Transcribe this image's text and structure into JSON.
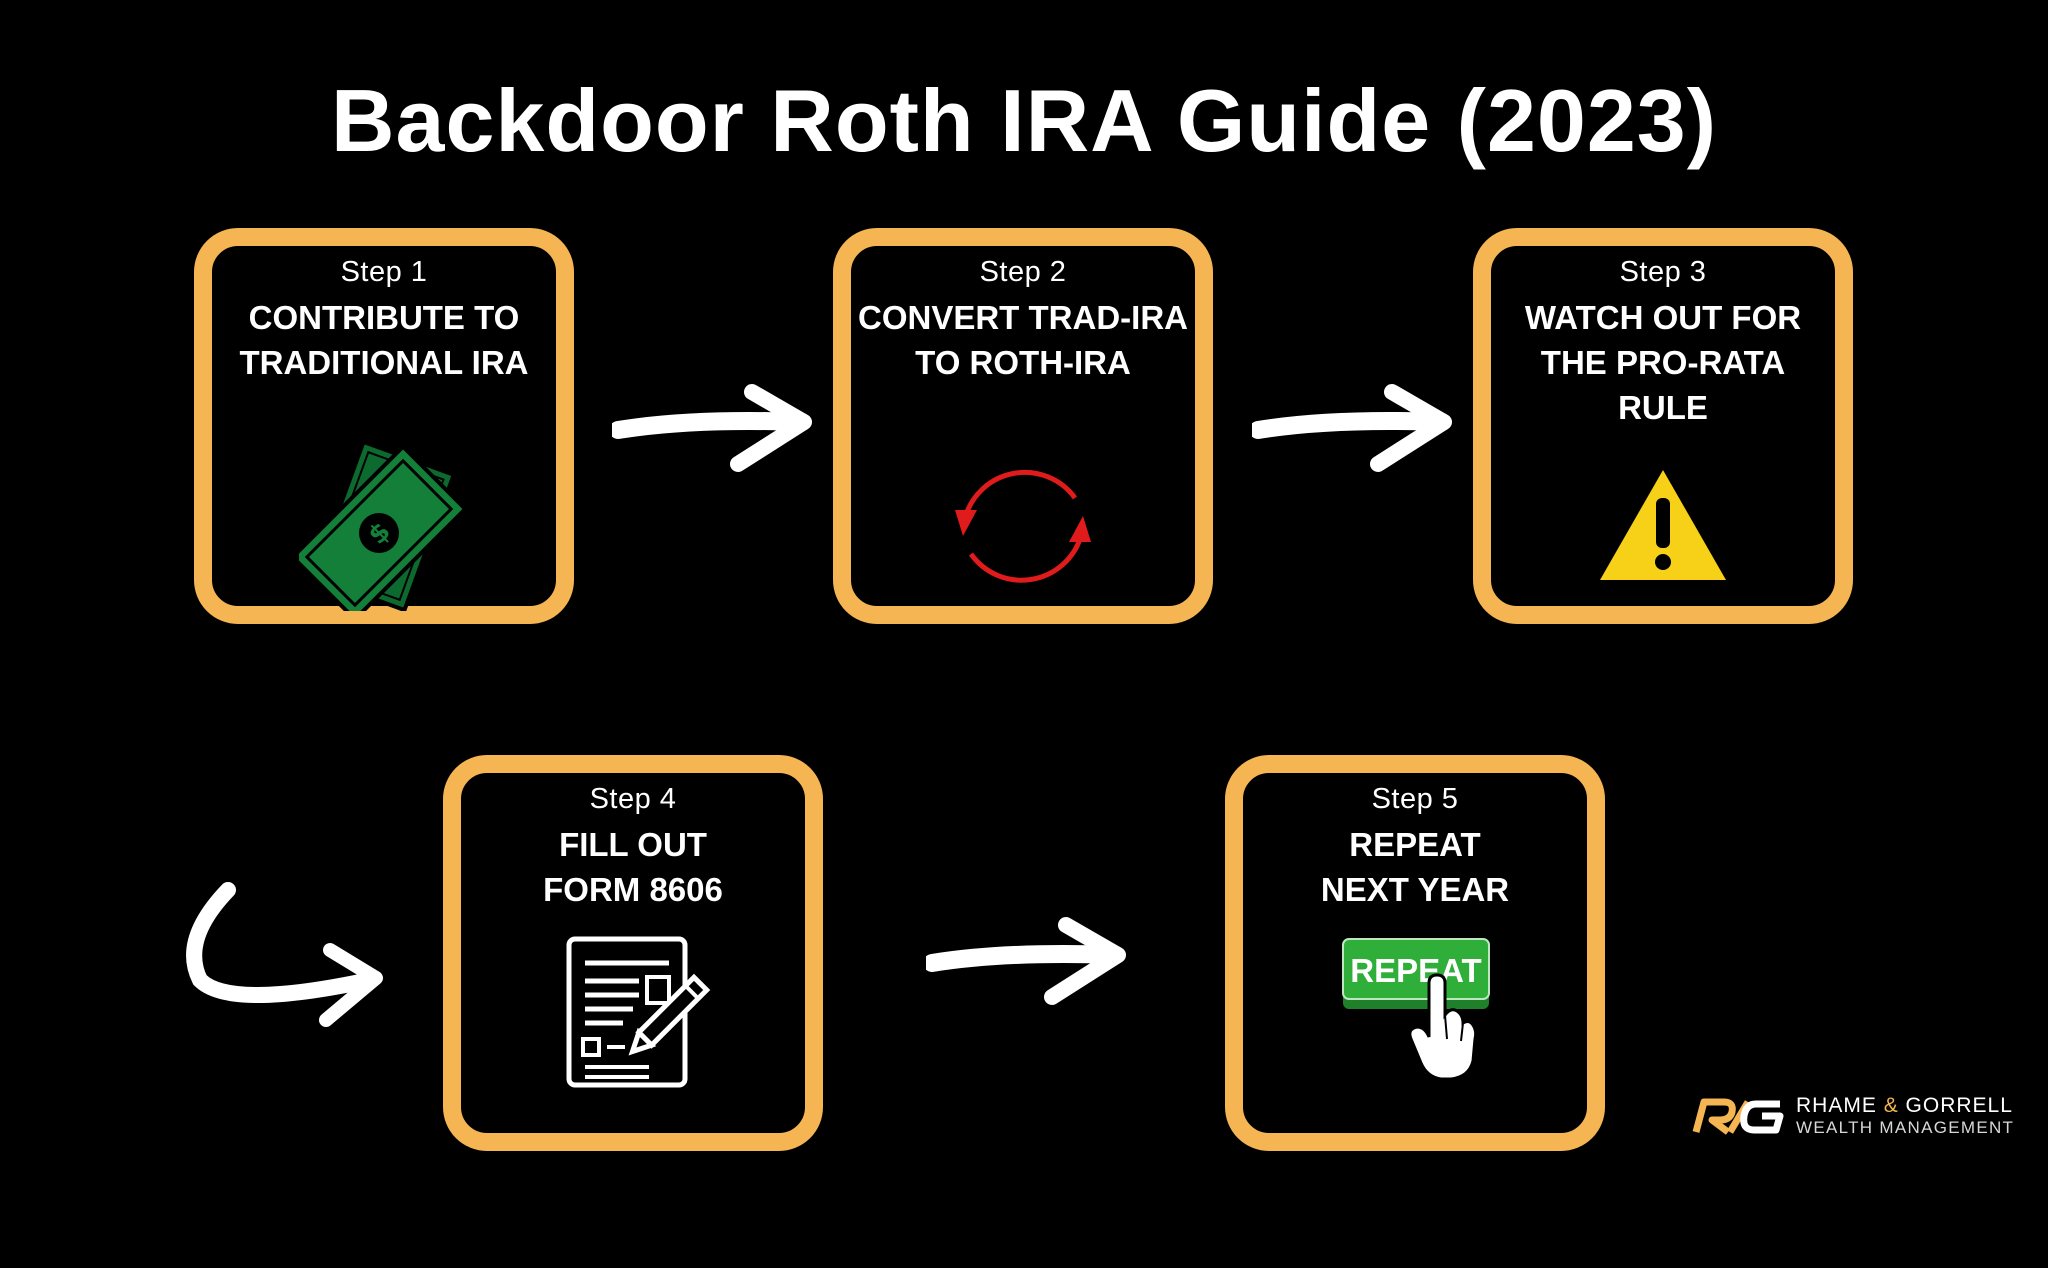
{
  "title": "Backdoor Roth IRA Guide (2023)",
  "steps": [
    {
      "label": "Step 1",
      "title": "CONTRIBUTE TO\nTRADITIONAL IRA",
      "icon": "money-bills-icon"
    },
    {
      "label": "Step 2",
      "title": "CONVERT TRAD-IRA\nTO ROTH-IRA",
      "icon": "refresh-cycle-icon"
    },
    {
      "label": "Step 3",
      "title": "WATCH OUT FOR\nTHE PRO-RATA\nRULE",
      "icon": "warning-icon"
    },
    {
      "label": "Step 4",
      "title": "FILL OUT\nFORM 8606",
      "icon": "form-pencil-icon"
    },
    {
      "label": "Step 5",
      "title": "REPEAT\nNEXT YEAR",
      "icon": "repeat-button-icon",
      "button_text": "REPEAT"
    }
  ],
  "logo": {
    "name_part1": "RHAME ",
    "ampersand": "&",
    "name_part2": " GORRELL",
    "subtitle": "WEALTH MANAGEMENT"
  },
  "colors": {
    "background": "#000000",
    "card_border": "#f5b553",
    "text": "#ffffff",
    "money_green": "#0f7a35",
    "cycle_red": "#e01b1b",
    "warning_yellow": "#f7d117",
    "button_green": "#2fae3a"
  }
}
